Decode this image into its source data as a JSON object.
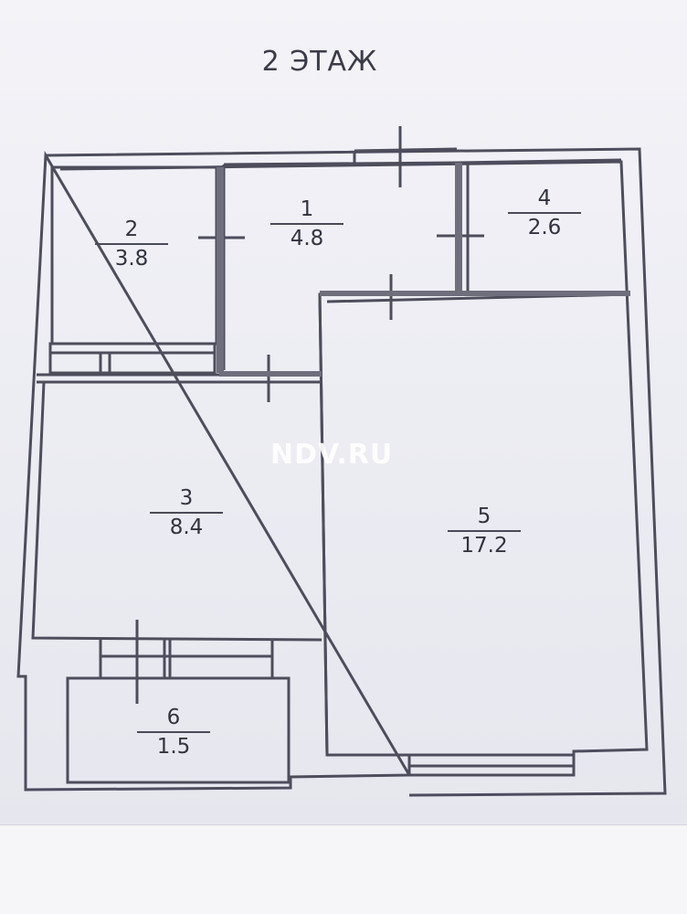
{
  "title": "2 ЭТАЖ",
  "watermark": "NDV.RU",
  "rooms": [
    {
      "number": "1",
      "area": "4.8"
    },
    {
      "number": "2",
      "area": "3.8"
    },
    {
      "number": "3",
      "area": "8.4"
    },
    {
      "number": "4",
      "area": "2.6"
    },
    {
      "number": "5",
      "area": "17.2"
    },
    {
      "number": "6",
      "area": "1.5"
    }
  ],
  "colors": {
    "wall": "#4d4d5c",
    "paper": "#efeff5",
    "text": "#333340"
  }
}
